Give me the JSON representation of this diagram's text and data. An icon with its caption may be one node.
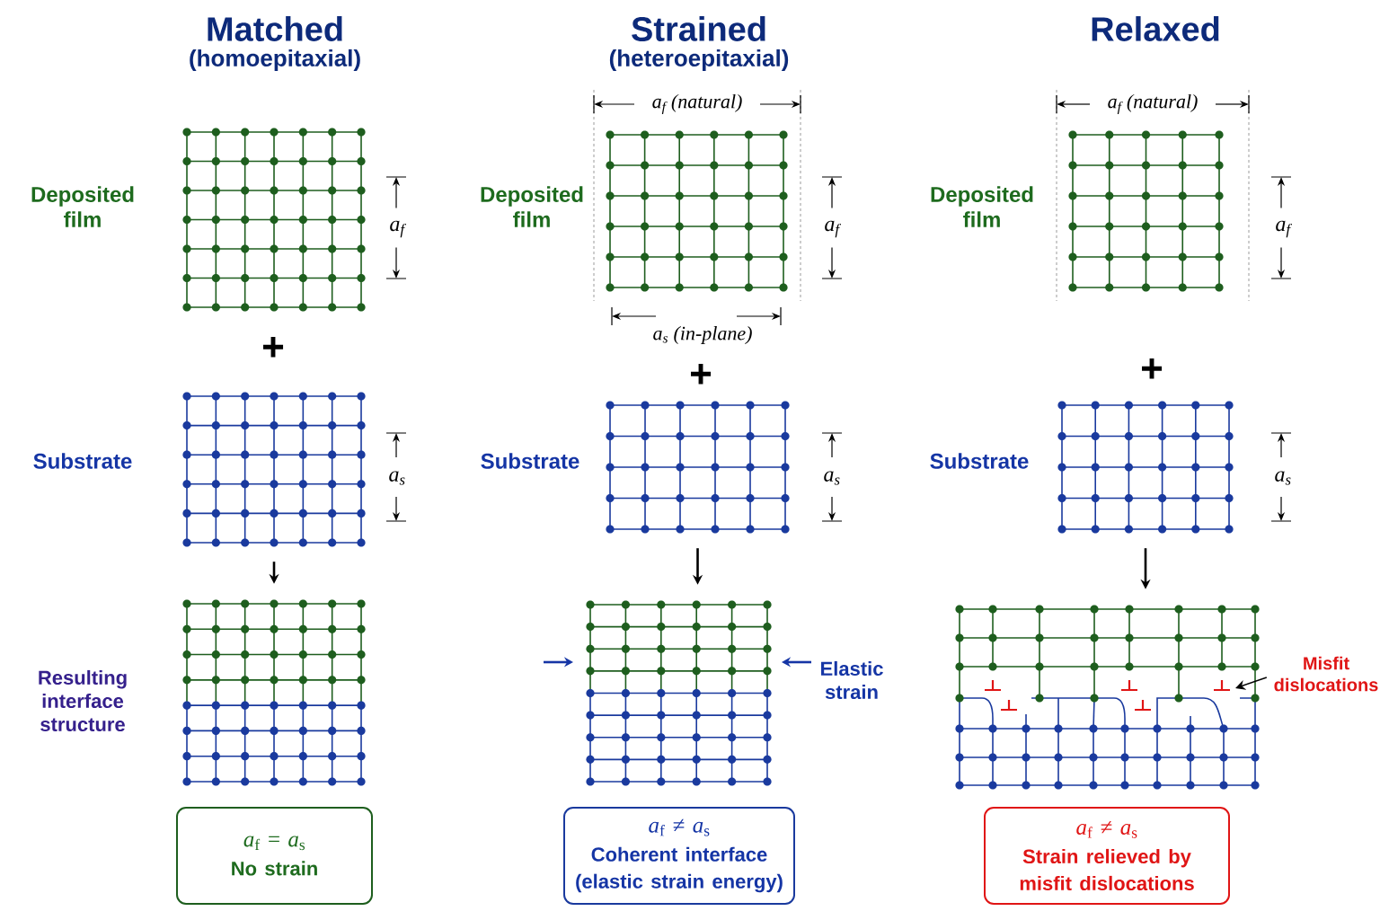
{
  "diagram": {
    "nodes": [
      {
        "text": [],
        "shape": "grid"
      },
      {
        "text": [],
        "shape": "grid"
      },
      {
        "text": [],
        "shape": "grid"
      },
      {
        "text": [
          "*a*$_{f}$ = *a*$_{s}$",
          "No strain"
        ]
      },
      {
        "text": [],
        "shape": "grid"
      },
      {
        "text": [],
        "shape": "grid"
      },
      {
        "text": [],
        "shape": "grid"
      },
      {
        "text": [
          "*a*$_{f}$ ≠ *a*$_{s}$",
          "Coherent interface (elastic strain energy)"
        ]
      },
      {
        "text": [],
        "shape": "grid"
      },
      {
        "text": [],
        "shape": "grid"
      },
      {
        "text": [],
        "shape": "grid"
      },
      {
        "text": [
          "*a*$_{f}$ ≠ *a*$_{s}$",
          "Strain relieved by misfit dislocations"
        ]
      },
      {
        "text": [
          "Misfit dislocations"
        ]
      }
    ],
    "edges": [
      {
        "from": 1,
        "to": 2,
        "arrow": "to"
      },
      {
        "from": 5,
        "to": 6,
        "arrow": "to"
      },
      {
        "from": 9,
        "to": 10,
        "arrow": "to"
      },
      {
        "from": 12,
        "to": 10,
        "arrow": "to"
      }
    ],
    "labels": [
      "Matched",
      "(homoepitaxial)",
      "Deposited film",
      "*a*$_{f}$",
      "+",
      "Substrate",
      "*a*$_{s}$",
      "Resulting interface structure",
      "Strained",
      "(heteroepitaxial)",
      "*a*$_{f}$ (natural)",
      "Deposited film",
      "*a*$_{f}$",
      "*a*$_{s}$ (in-plane)",
      "+",
      "Substrate",
      "*a*$_{s}$",
      "Elastic strain",
      "Relaxed",
      "*a*$_{f}$ (natural)",
      "Deposited film",
      "*a*$_{f}$",
      "+",
      "Substrate",
      "*a*$_{s}$"
    ]
  }
}
